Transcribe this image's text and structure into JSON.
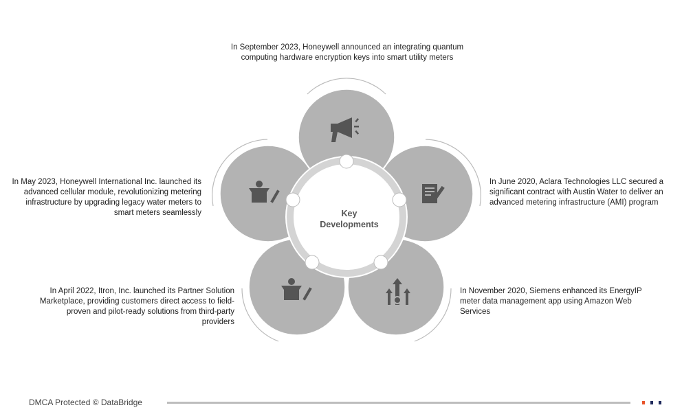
{
  "center_label": [
    "Key",
    "Developments"
  ],
  "developments": [
    {
      "position": "top",
      "icon": "megaphone-icon",
      "text": "In September 2023, Honeywell announced an integrating quantum computing hardware encryption keys into smart utility meters"
    },
    {
      "position": "right",
      "icon": "document-edit-icon",
      "text": "In June 2020, Aclara Technologies LLC secured a significant contract with Austin Water to deliver an advanced metering infrastructure (AMI) program"
    },
    {
      "position": "bottom-right",
      "icon": "growth-arrows-gear-icon",
      "text": "In November 2020, Siemens enhanced its EnergyIP meter data management app using Amazon Web Services"
    },
    {
      "position": "bottom-left",
      "icon": "idea-box-pencil-icon",
      "text": "In April 2022, Itron, Inc. launched its Partner Solution Marketplace, providing customers direct access to field-proven and pilot-ready solutions from third-party providers"
    },
    {
      "position": "left",
      "icon": "idea-box-pencil-icon",
      "text": "In May 2023, Honeywell International Inc. launched its advanced cellular module, revolutionizing metering infrastructure by upgrading legacy water meters to smart meters seamlessly"
    }
  ],
  "footer": {
    "text": "DMCA Protected © DataBridge"
  },
  "colors": {
    "circle": "#b3b3b3",
    "ring": "#d4d4d4",
    "icon": "#555555",
    "accent_orange": "#e8542a",
    "accent_navy": "#1f2a5c"
  }
}
